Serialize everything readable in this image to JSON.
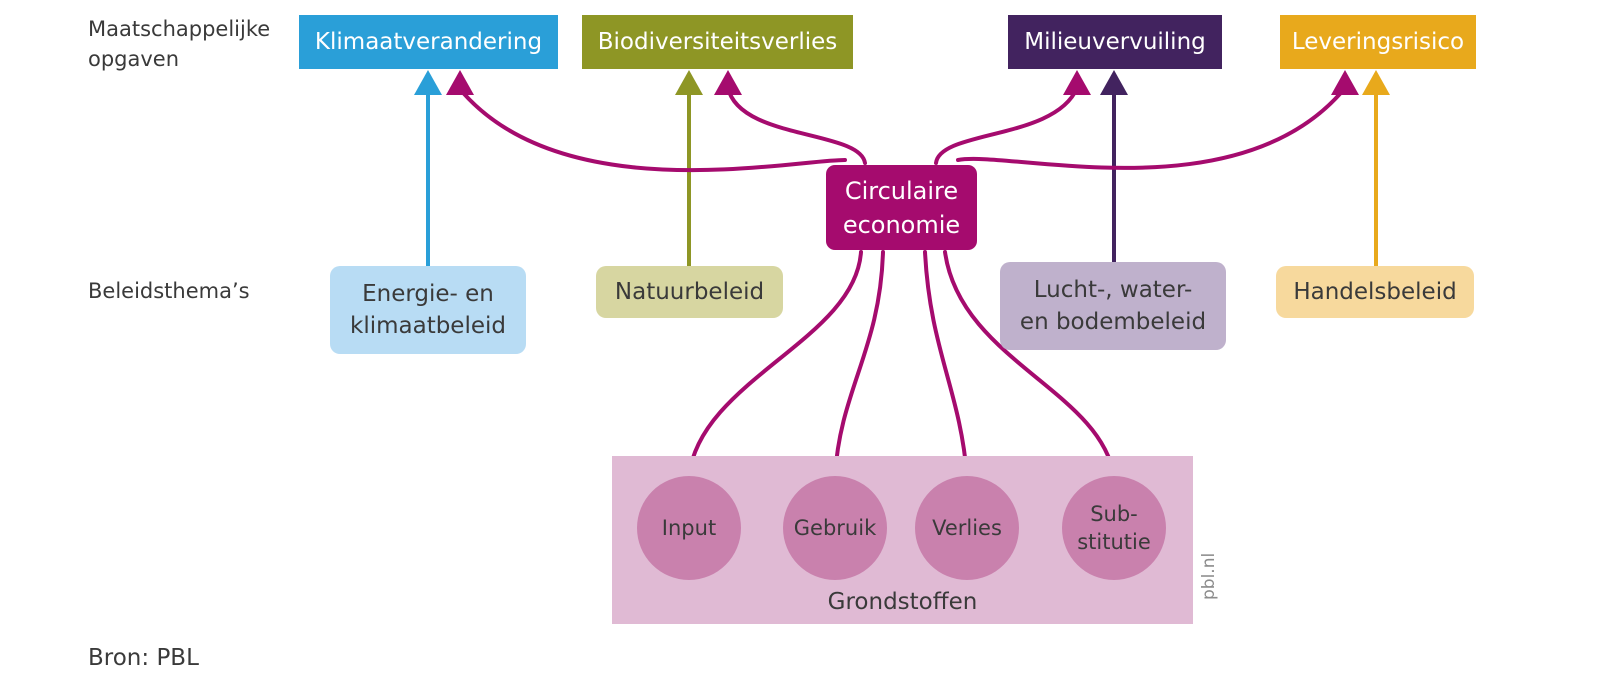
{
  "row_labels": {
    "opgaven": "Maatschappelijke opgaven",
    "themas": "Beleidsthema’s"
  },
  "opgaven": [
    {
      "label": "Klimaatverandering",
      "color": "#2a9fd8"
    },
    {
      "label": "Biodiversiteitsverlies",
      "color": "#8e9625"
    },
    {
      "label": "Milieuvervuiling",
      "color": "#42235f"
    },
    {
      "label": "Leveringsrisico",
      "color": "#e8a91c"
    }
  ],
  "themas": [
    {
      "line1": "Energie- en",
      "line2": "klimaatbeleid",
      "color": "#b8dcf4",
      "arrow": "#2a9fd8"
    },
    {
      "line1": "Natuurbeleid",
      "line2": "",
      "color": "#d7d6a1",
      "arrow": "#8e9625"
    },
    {
      "line1": "Lucht-, water-",
      "line2": "en bodembeleid",
      "color": "#bfb1cc",
      "arrow": "#42235f"
    },
    {
      "line1": "Handelsbeleid",
      "line2": "",
      "color": "#f7d99d",
      "arrow": "#e8a91c"
    }
  ],
  "centre": {
    "line1": "Circulaire",
    "line2": "economie",
    "color": "#a50b6e"
  },
  "grondstoffen": {
    "label": "Grondstoffen",
    "items": [
      {
        "line1": "Input",
        "line2": ""
      },
      {
        "line1": "Gebruik",
        "line2": ""
      },
      {
        "line1": "Verlies",
        "line2": ""
      },
      {
        "line1": "Sub-",
        "line2": "stitutie"
      }
    ]
  },
  "credit": "pbl.nl",
  "source": "Bron: PBL"
}
